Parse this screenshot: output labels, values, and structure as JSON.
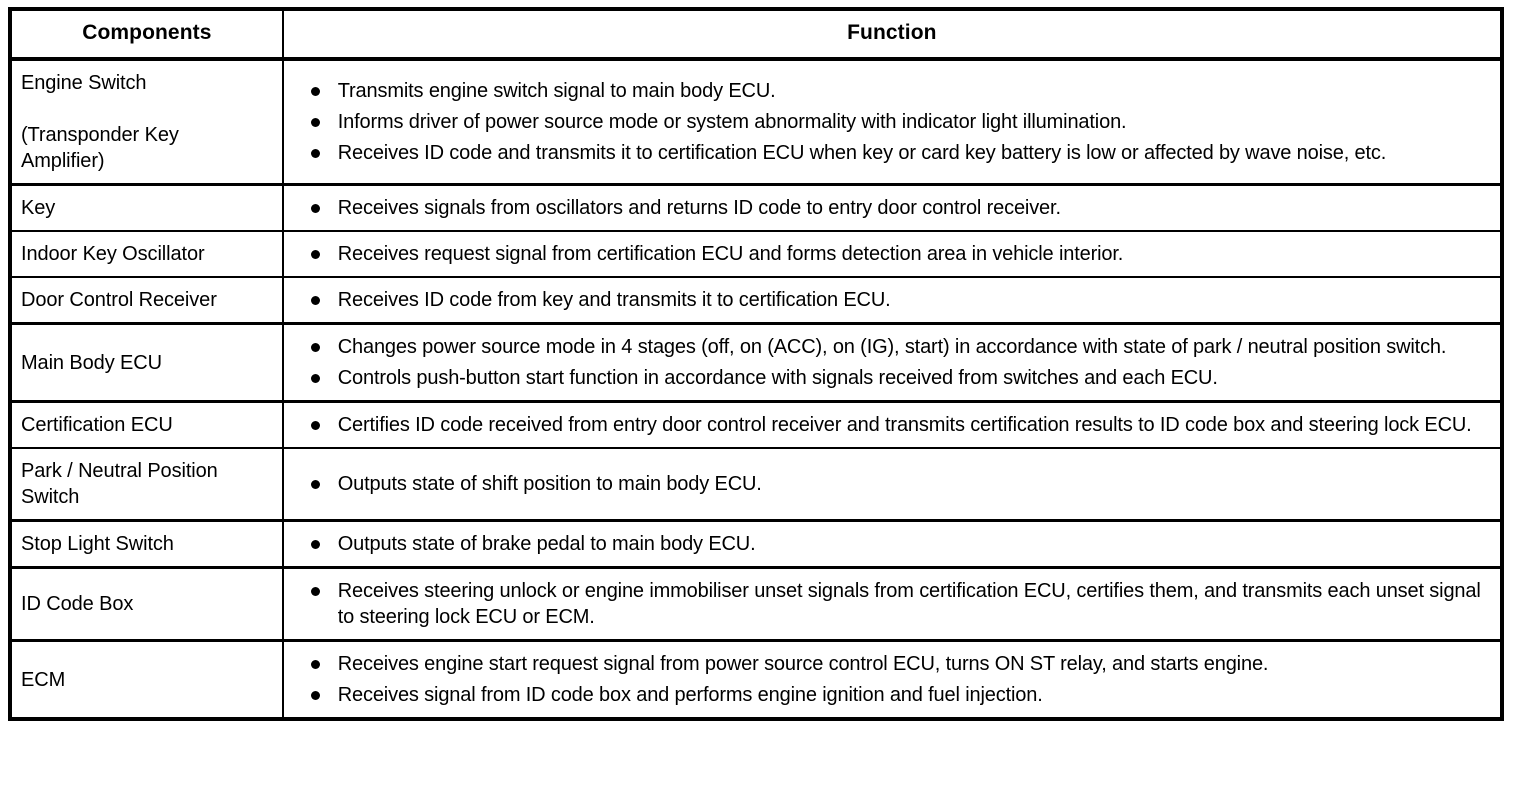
{
  "table": {
    "headers": {
      "components": "Components",
      "function": "Function"
    },
    "rows": [
      {
        "component": "Engine Switch\n\n(Transponder Key\nAmplifier)",
        "functions": [
          "Transmits engine switch signal to main body ECU.",
          "Informs driver of power source mode or system abnormality with indicator light illumination.",
          "Receives ID code and transmits it to certification ECU when key or card key battery is low or affected by wave noise, etc."
        ]
      },
      {
        "component": "Key",
        "functions": [
          "Receives signals from oscillators and returns ID code to entry door control receiver."
        ]
      },
      {
        "component": "Indoor Key Oscillator",
        "functions": [
          "Receives request signal from certification ECU and forms detection area in vehicle interior."
        ]
      },
      {
        "component": "Door Control Receiver",
        "functions": [
          "Receives ID code from key and transmits it to certification ECU."
        ]
      },
      {
        "component": "Main Body ECU",
        "functions": [
          "Changes power source mode in 4 stages (off, on (ACC), on (IG), start) in accordance with state of park / neutral position switch.",
          "Controls push-button start function in accordance with signals received from switches and each ECU."
        ]
      },
      {
        "component": "Certification ECU",
        "functions": [
          "Certifies ID code received from entry door control receiver and transmits certification results to ID code box and steering lock ECU."
        ]
      },
      {
        "component": "Park / Neutral Position\nSwitch",
        "functions": [
          "Outputs state of shift position to main body ECU."
        ]
      },
      {
        "component": "Stop Light Switch",
        "functions": [
          "Outputs state of brake pedal to main body ECU."
        ]
      },
      {
        "component": "ID Code Box",
        "functions": [
          "Receives steering unlock or engine immobiliser unset signals from certification ECU, certifies them, and transmits each unset signal to steering lock ECU or ECM."
        ]
      },
      {
        "component": "ECM",
        "functions": [
          "Receives engine start request signal from power source control ECU, turns ON ST relay, and starts engine.",
          "Receives signal from ID code box and performs engine ignition and fuel injection."
        ]
      }
    ]
  },
  "colors": {
    "border": "#000000",
    "text": "#000000",
    "background": "#ffffff"
  }
}
